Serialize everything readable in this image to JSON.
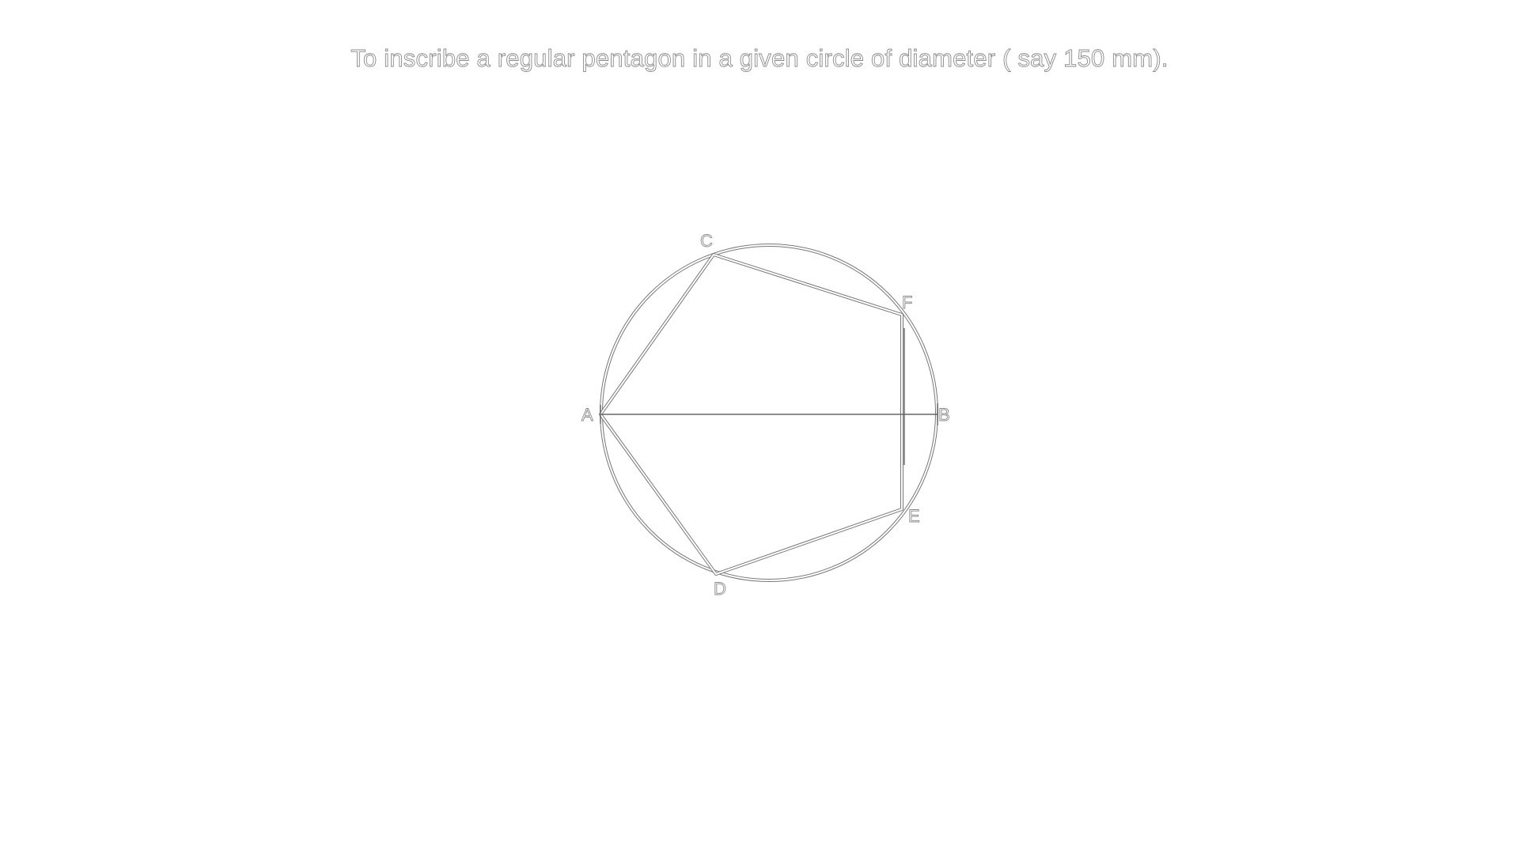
{
  "title": "To inscribe a regular pentagon in a given circle of diameter ( say 150 mm).",
  "points": {
    "A": "A",
    "B": "B",
    "C": "C",
    "D": "D",
    "E": "E",
    "F": "F"
  },
  "colors": {
    "background": "#ffffff",
    "line": "#777777",
    "text_fill": "#ffffff",
    "text_outline": "#8a8a8a"
  }
}
